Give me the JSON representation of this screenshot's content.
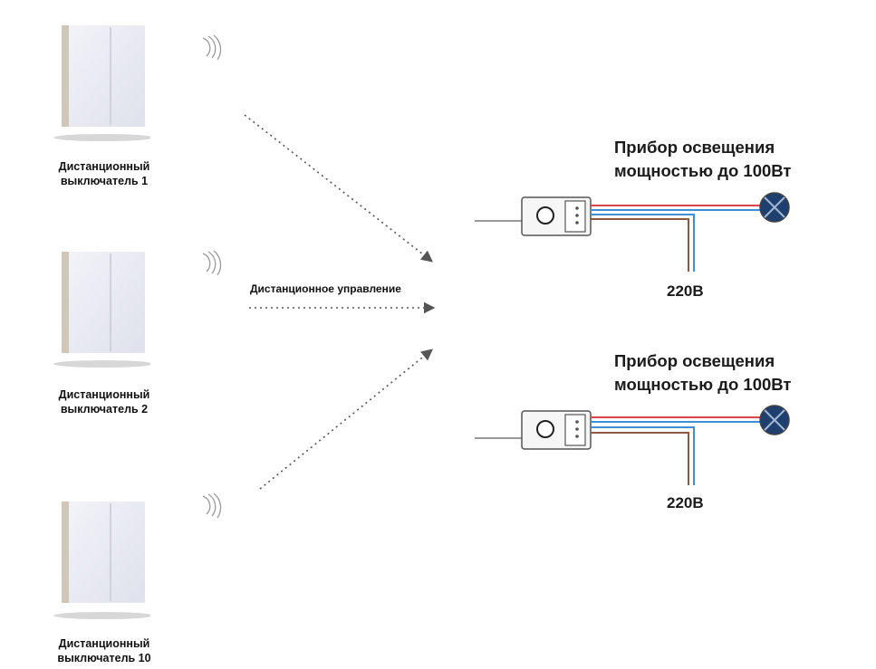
{
  "switches": [
    {
      "line1": "Дистанционный",
      "line2": "выключатель 1"
    },
    {
      "line1": "Дистанционный",
      "line2": "выключатель 2"
    },
    {
      "line1": "Дистанционный",
      "line2": "выключатель 10"
    }
  ],
  "remote_control_label": "Дистанционное управление",
  "circuits": [
    {
      "lamp_title_line1": "Прибор освещения",
      "lamp_title_line2": "мощностью до 100Вт",
      "voltage": "220В"
    },
    {
      "lamp_title_line1": "Прибор освещения",
      "lamp_title_line2": "мощностью до 100Вт",
      "voltage": "220В"
    }
  ],
  "colors": {
    "wire_red": "#d9464d",
    "wire_blue": "#3f8fd6",
    "wire_brown": "#8a5a44",
    "lamp_fill": "#1f3f6e"
  },
  "icons": [
    "wall-switch-icon",
    "wireless-signal-icon",
    "relay-module-icon",
    "lamp-icon"
  ]
}
